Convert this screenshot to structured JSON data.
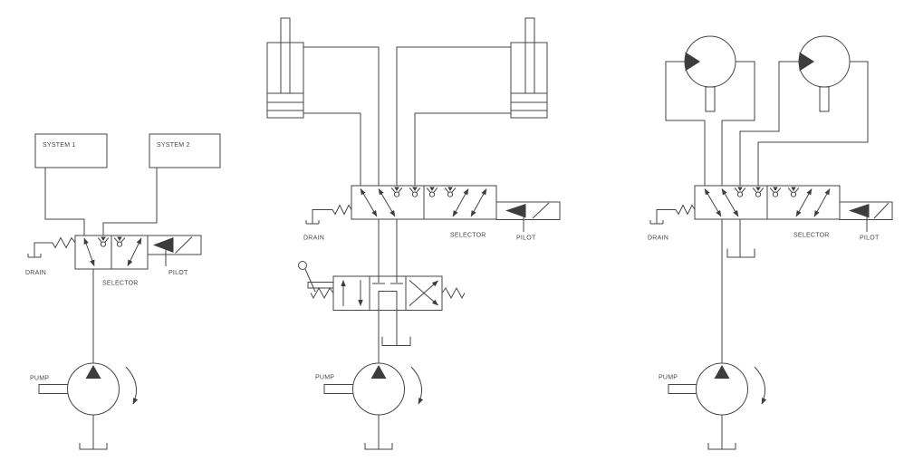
{
  "colors": {
    "line": "#454545",
    "text": "#454545",
    "background": "#ffffff"
  },
  "diagrams": {
    "left": {
      "system1": "SYSTEM 1",
      "system2": "SYSTEM 2",
      "drain": "DRAIN",
      "selector": "SELECTOR",
      "pilot": "PILOT",
      "pump": "PUMP"
    },
    "middle": {
      "drain": "DRAIN",
      "selector": "SELECTOR",
      "pilot": "PILOT",
      "pump": "PUMP"
    },
    "right": {
      "drain": "DRAIN",
      "selector": "SELECTOR",
      "pilot": "PILOT",
      "pump": "PUMP"
    }
  }
}
